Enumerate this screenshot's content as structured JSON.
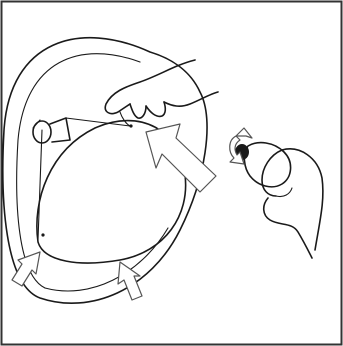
{
  "figure": {
    "type": "instruction-illustration",
    "caption": "",
    "border_color": "#333333",
    "line_color": "#1a1a1a",
    "arrow_outline_color": "#555555",
    "elements": [
      "lamp-shade",
      "diffuser-disc",
      "light-bulb",
      "upper-hand",
      "lower-hand",
      "rotate-arrow",
      "push-arrows"
    ]
  }
}
